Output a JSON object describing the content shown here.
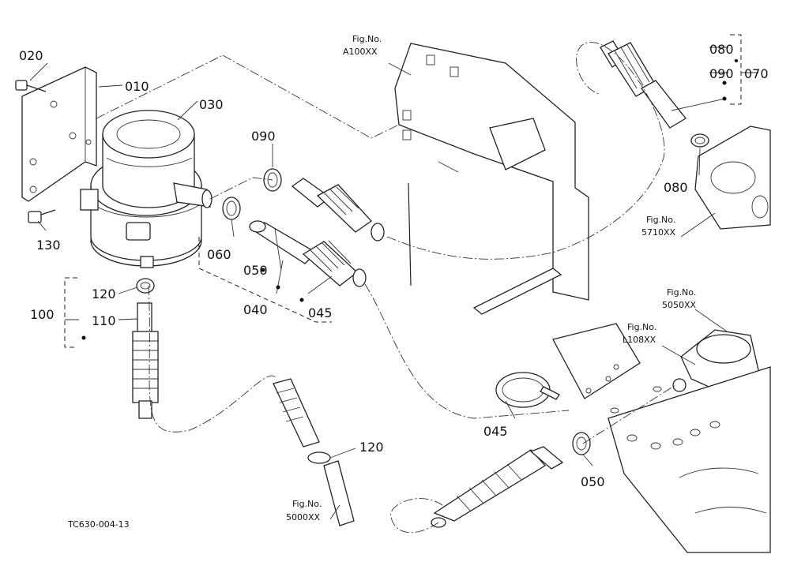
{
  "drawing_id": "TC630-004-13",
  "parts": {
    "p010": "010",
    "p020": "020",
    "p030": "030",
    "p040": "040",
    "p045a": "045",
    "p045b": "045",
    "p050a": "050",
    "p050b": "050",
    "p060": "060",
    "p070": "070",
    "p080a": "080",
    "p080b": "080",
    "p090a": "090",
    "p090b": "090",
    "p100": "100",
    "p110": "110",
    "p120a": "120",
    "p120b": "120",
    "p130": "130"
  },
  "figrefs": {
    "a100": {
      "label": "Fig.No.",
      "code": "A100XX"
    },
    "f5710": {
      "label": "Fig.No.",
      "code": "5710XX"
    },
    "f5050": {
      "label": "Fig.No.",
      "code": "5050XX"
    },
    "l108": {
      "label": "Fig.No.",
      "code": "L108XX"
    },
    "f5000": {
      "label": "Fig.No.",
      "code": "5000XX"
    }
  }
}
